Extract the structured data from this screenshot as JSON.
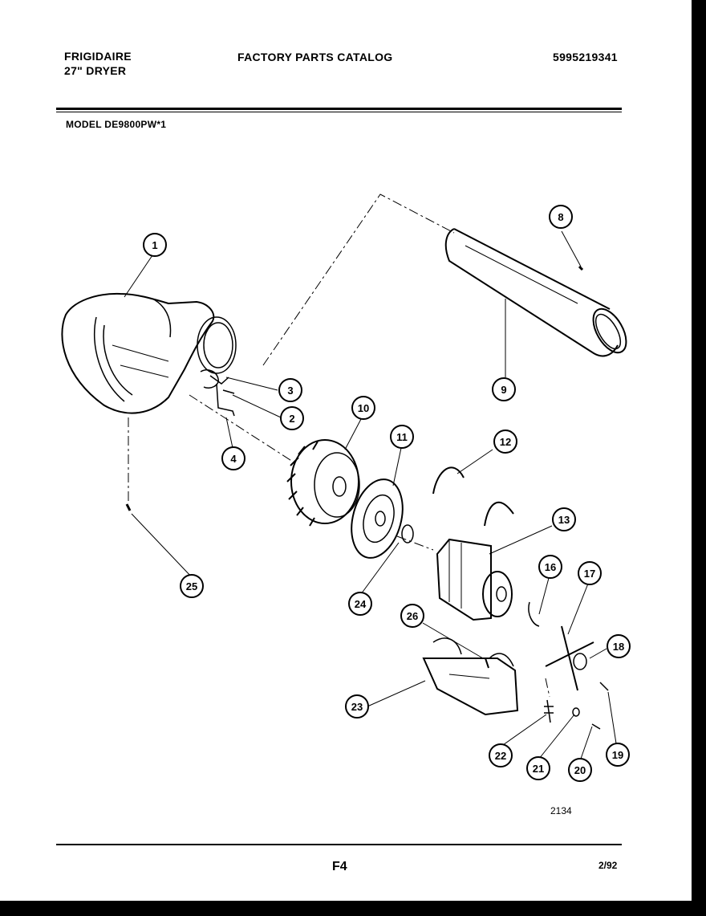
{
  "header": {
    "brand_line1": "FRIGIDAIRE",
    "brand_line2": "27\" DRYER",
    "catalog_title": "FACTORY PARTS CATALOG",
    "catalog_number": "5995219341",
    "model": "MODEL DE9800PW*1"
  },
  "diagram": {
    "id": "2134",
    "callouts": [
      "1",
      "2",
      "3",
      "4",
      "8",
      "9",
      "10",
      "11",
      "12",
      "13",
      "16",
      "17",
      "18",
      "19",
      "20",
      "21",
      "22",
      "23",
      "24",
      "25",
      "26"
    ]
  },
  "footer": {
    "page": "F4",
    "date": "2/92"
  }
}
